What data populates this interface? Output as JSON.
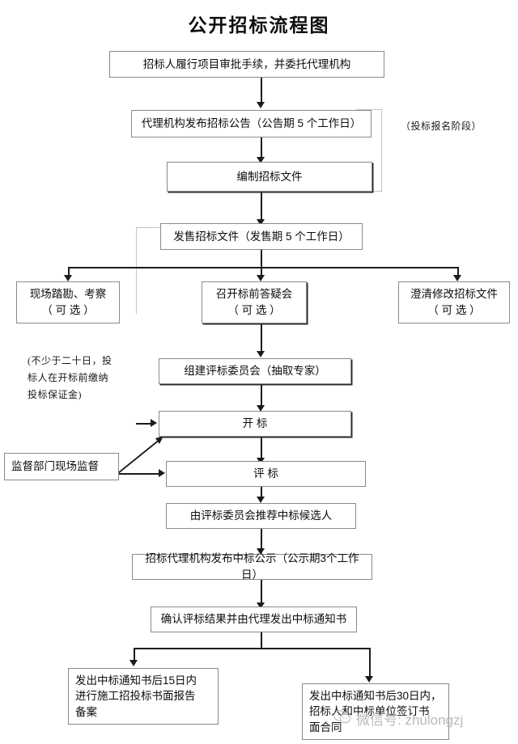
{
  "title": "公开招标流程图",
  "nodes": {
    "n1": {
      "label": "招标人履行项目审批手续，并委托代理机构"
    },
    "n2": {
      "label": "代理机构发布招标公告（公告期 5 个工作日）"
    },
    "n3": {
      "label": "编制招标文件"
    },
    "n4": {
      "label": "发售招标文件（发售期 5 个工作日）"
    },
    "n5": {
      "label": "现场踏勘、考察\n（ 可  选 ）"
    },
    "n6": {
      "label": "召开标前答疑会\n（ 可  选 ）"
    },
    "n7": {
      "label": "澄清修改招标文件\n（ 可  选 ）"
    },
    "n8": {
      "label": "组建评标委员会（抽取专家）"
    },
    "n9": {
      "label": "开    标"
    },
    "n10": {
      "label": "监督部门现场监督"
    },
    "n11": {
      "label": "评    标"
    },
    "n12": {
      "label": "由评标委员会推荐中标候选人"
    },
    "n13": {
      "label": "招标代理机构发布中标公示（公示期3个工作日）"
    },
    "n14": {
      "label": "确认评标结果并由代理发出中标通知书"
    },
    "n15": {
      "label": "发出中标通知书后15日内\n进行施工招投标书面报告\n备案"
    },
    "n16": {
      "label": "发出中标通知书后30日内，\n招标人和中标单位签订书\n面合同"
    }
  },
  "annotations": {
    "stage_right": "（投标报名阶段）",
    "note_left": "(不少于二十日，投\n标人在开标前缴纳\n投标保证金)"
  },
  "watermark": {
    "icon": "chat-bubble-icon",
    "text": "微信号: zhulongzj"
  },
  "colors": {
    "box_border": "#8a8a8a",
    "line": "#1b1b1b",
    "bracket": "#c6c6c6",
    "watermark": "#b9b9b9",
    "background": "#ffffff"
  }
}
